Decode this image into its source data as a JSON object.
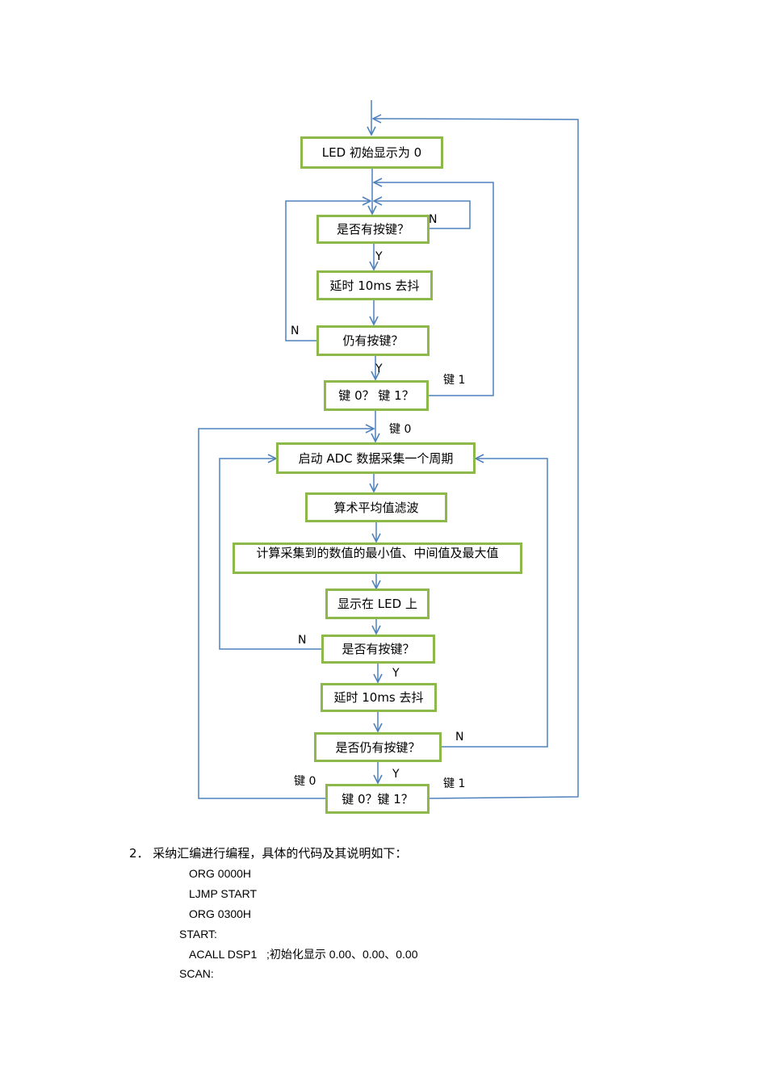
{
  "flowchart": {
    "box1": "LED 初始显示为 0",
    "box2": "是否有按键？",
    "box3": "延时 10ms 去抖",
    "box4": "仍有按键？",
    "box5": "键 0？ 键 1？",
    "box6": "启动 ADC  数据采集一个周期",
    "box7": "算术平均值滤波",
    "box8": "计算采集到的数值的最小值、中间值及最大值",
    "box9": "显示在 LED 上",
    "box10": "是否有按键？",
    "box11": "延时 10ms 去抖",
    "box12": "是否仍有按键？",
    "box13": "键 0？键 1？",
    "labels": {
      "n1": "N",
      "y1": "Y",
      "n2": "N",
      "y2": "Y",
      "key1_a": "键 1",
      "key0_a": "键 0",
      "n3": "N",
      "y3": "Y",
      "n4": "N",
      "y4": "Y",
      "key0_b": "键 0",
      "key1_b": "键 1"
    }
  },
  "text": {
    "paragraph": "2．  采纳汇编进行编程，具体的代码及其说明如下：",
    "code": [
      "ORG 0000H",
      "LJMP START",
      "ORG 0300H",
      "START:",
      "ACALL DSP1   ;初始化显示 0.00、0.00、0.00",
      "SCAN:"
    ]
  },
  "colors": {
    "box_border": "#8db84a",
    "line": "#4f81bd"
  }
}
